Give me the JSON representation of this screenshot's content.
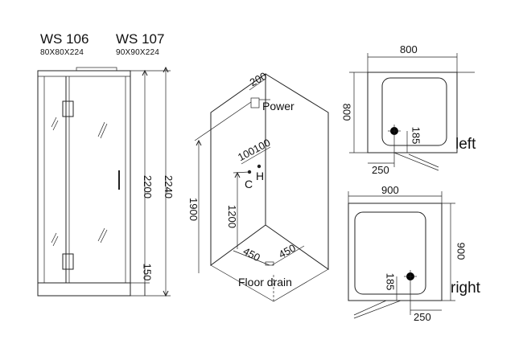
{
  "models": [
    {
      "name": "WS 106",
      "size": "80X80X224"
    },
    {
      "name": "WS 107",
      "size": "90X90X224"
    }
  ],
  "front_view": {
    "height_inner": "2200",
    "height_total": "2240",
    "base": "150"
  },
  "iso_view": {
    "power_offset": "200",
    "power_label": "Power",
    "tap_spacing": "100100",
    "cold_label": "C",
    "hot_label": "H",
    "height_taps": "1200",
    "height_power": "1900",
    "drain_x": "450",
    "drain_y": "450",
    "drain_label": "Floor drain"
  },
  "plan_left": {
    "width": "800",
    "depth": "800",
    "drain_y": "185",
    "drain_x": "250",
    "label": "left"
  },
  "plan_right": {
    "width": "900",
    "depth": "900",
    "drain_y": "185",
    "drain_x": "250",
    "label": "right"
  }
}
